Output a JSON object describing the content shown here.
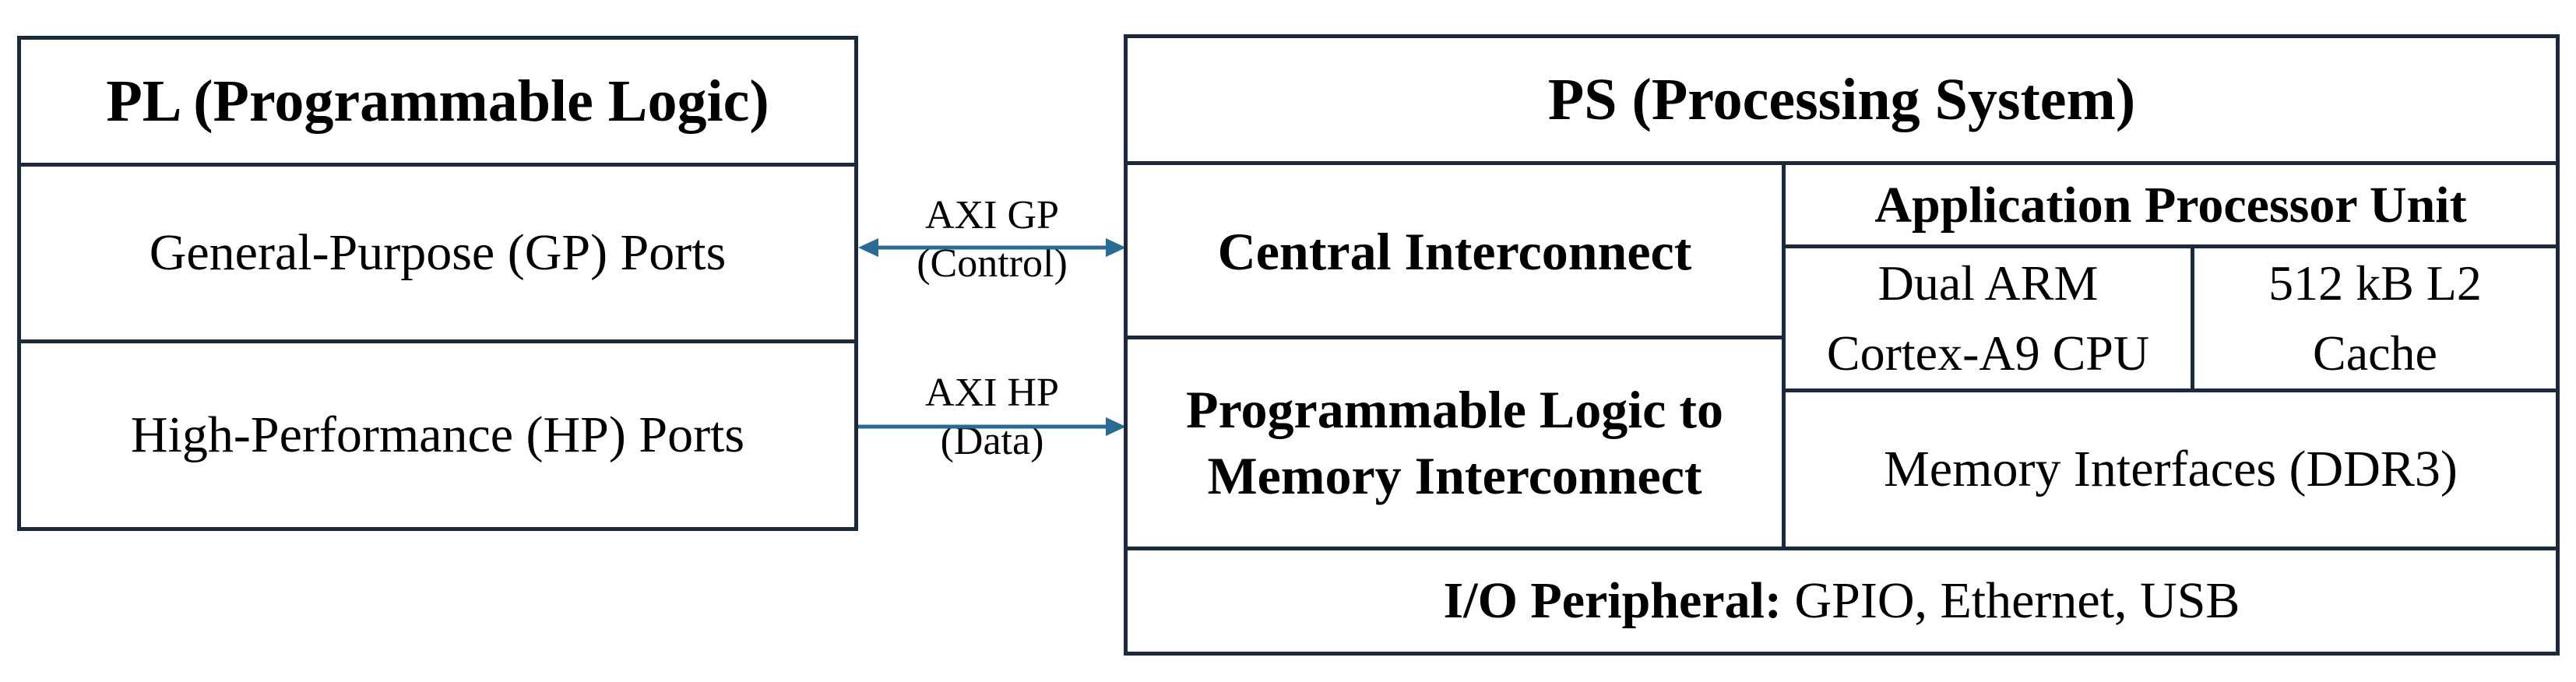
{
  "pl": {
    "title": "PL (Programmable Logic)",
    "gp_ports": "General-Purpose (GP) Ports",
    "hp_ports": "High-Performance (HP) Ports"
  },
  "connections": {
    "gp": {
      "label": "AXI GP",
      "sublabel": "(Control)",
      "direction": "bidirectional"
    },
    "hp": {
      "label": "AXI HP",
      "sublabel": "(Data)",
      "direction": "PL to PS"
    }
  },
  "ps": {
    "title": "PS (Processing System)",
    "central_interconnect": "Central Interconnect",
    "pl_mem_interconnect_line1": "Programmable Logic to",
    "pl_mem_interconnect_line2": "Memory Interconnect",
    "apu": {
      "title": "Application Processor Unit",
      "cpu_line1": "Dual ARM",
      "cpu_line2": "Cortex-A9 CPU",
      "cache_line1": "512 kB L2",
      "cache_line2": "Cache"
    },
    "memory_interfaces": "Memory Interfaces (DDR3)",
    "io": {
      "label": "I/O Peripheral:",
      "value": " GPIO, Ethernet, USB"
    }
  },
  "colors": {
    "border": "#1b2a3a",
    "arrow": "#2a6b96"
  }
}
